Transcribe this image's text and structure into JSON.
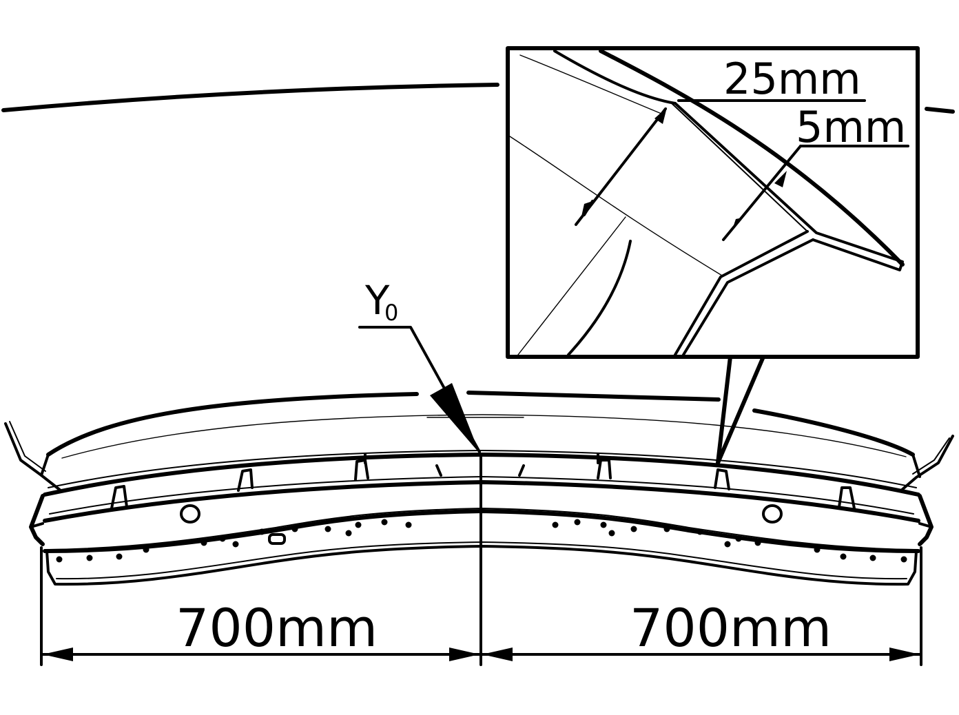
{
  "diagram": {
    "datum_label": "Y",
    "datum_subscript": "0",
    "left_span_label": "700mm",
    "right_span_label": "700mm",
    "detail_width_label": "25mm",
    "detail_depth_label": "5mm"
  }
}
